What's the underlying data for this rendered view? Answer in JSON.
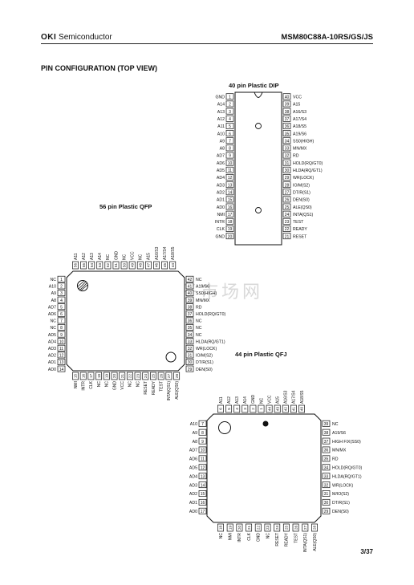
{
  "header": {
    "brand_bold": "OKI",
    "brand_rest": " Semiconductor",
    "part_number": "MSM80C88A-10RS/GS/JS"
  },
  "section_title": "PIN  CONFIGURATION (TOP VIEW)",
  "watermark": "维库电子市场网",
  "page_number": "3/37",
  "dip40": {
    "title": "40 pin Plastic DIP",
    "left_pins": [
      {
        "n": "1",
        "label": "GND"
      },
      {
        "n": "2",
        "label": "A14"
      },
      {
        "n": "3",
        "label": "A13"
      },
      {
        "n": "4",
        "label": "A12"
      },
      {
        "n": "5",
        "label": "A11"
      },
      {
        "n": "6",
        "label": "A10"
      },
      {
        "n": "7",
        "label": "A9"
      },
      {
        "n": "8",
        "label": "A8"
      },
      {
        "n": "9",
        "label": "AD7"
      },
      {
        "n": "10",
        "label": "AD6"
      },
      {
        "n": "11",
        "label": "AD5"
      },
      {
        "n": "12",
        "label": "AD4"
      },
      {
        "n": "13",
        "label": "AD3"
      },
      {
        "n": "14",
        "label": "AD2"
      },
      {
        "n": "15",
        "label": "AD1"
      },
      {
        "n": "16",
        "label": "AD0"
      },
      {
        "n": "17",
        "label": "NMI"
      },
      {
        "n": "18",
        "label": "INTR"
      },
      {
        "n": "19",
        "label": "CLK"
      },
      {
        "n": "20",
        "label": "GND"
      }
    ],
    "right_pins": [
      {
        "n": "40",
        "label": "VCC"
      },
      {
        "n": "39",
        "label": "A15"
      },
      {
        "n": "38",
        "label": "A16/S3"
      },
      {
        "n": "37",
        "label": "A17/S4"
      },
      {
        "n": "36",
        "label": "A18/S5"
      },
      {
        "n": "35",
        "label": "A19/S6"
      },
      {
        "n": "34",
        "label": "SS0(HIGH)"
      },
      {
        "n": "33",
        "label": "MN/MX"
      },
      {
        "n": "32",
        "label": "RD"
      },
      {
        "n": "31",
        "label": "HOLD(RQ/GT0)"
      },
      {
        "n": "30",
        "label": "HLDA(RQ/GT1)"
      },
      {
        "n": "29",
        "label": "WR(LOCK)"
      },
      {
        "n": "28",
        "label": "IO/M(S2)"
      },
      {
        "n": "27",
        "label": "DT/R(S1)"
      },
      {
        "n": "26",
        "label": "DEN(S0)"
      },
      {
        "n": "25",
        "label": "ALE(QS0)"
      },
      {
        "n": "24",
        "label": "INTA(QS1)"
      },
      {
        "n": "23",
        "label": "TEST"
      },
      {
        "n": "22",
        "label": "READY"
      },
      {
        "n": "21",
        "label": "RESET"
      }
    ]
  },
  "qfp56": {
    "title": "56 pin Plastic QFP",
    "top_pins": [
      {
        "n": "56",
        "label": "A11"
      },
      {
        "n": "55",
        "label": "A12"
      },
      {
        "n": "54",
        "label": "A13"
      },
      {
        "n": "53",
        "label": "A14"
      },
      {
        "n": "52",
        "label": "NC"
      },
      {
        "n": "51",
        "label": "GND"
      },
      {
        "n": "50",
        "label": "NC"
      },
      {
        "n": "49",
        "label": "VCC"
      },
      {
        "n": "48",
        "label": "NC"
      },
      {
        "n": "47",
        "label": "A15"
      },
      {
        "n": "46",
        "label": "A16/S3"
      },
      {
        "n": "45",
        "label": "A17/S4"
      },
      {
        "n": "44",
        "label": "A18/S5"
      }
    ],
    "left_pins": [
      {
        "n": "1",
        "label": "NC"
      },
      {
        "n": "2",
        "label": "A10"
      },
      {
        "n": "3",
        "label": "A9"
      },
      {
        "n": "4",
        "label": "A8"
      },
      {
        "n": "5",
        "label": "AD7"
      },
      {
        "n": "6",
        "label": "AD6"
      },
      {
        "n": "7",
        "label": "NC"
      },
      {
        "n": "8",
        "label": "NC"
      },
      {
        "n": "9",
        "label": "AD5"
      },
      {
        "n": "10",
        "label": "AD4"
      },
      {
        "n": "11",
        "label": "AD3"
      },
      {
        "n": "12",
        "label": "AD2"
      },
      {
        "n": "13",
        "label": "AD1"
      },
      {
        "n": "14",
        "label": "AD0"
      }
    ],
    "right_pins": [
      {
        "n": "42",
        "label": "NC"
      },
      {
        "n": "41",
        "label": "A19/S6"
      },
      {
        "n": "40",
        "label": "SS0(HIGH)"
      },
      {
        "n": "39",
        "label": "MN/MX"
      },
      {
        "n": "38",
        "label": "RD"
      },
      {
        "n": "37",
        "label": "HOLD(RQ/GT0)"
      },
      {
        "n": "36",
        "label": "NC"
      },
      {
        "n": "35",
        "label": "NC"
      },
      {
        "n": "34",
        "label": "NC"
      },
      {
        "n": "33",
        "label": "HLDA(RQ/GT1)"
      },
      {
        "n": "32",
        "label": "WR(LOCK)"
      },
      {
        "n": "31",
        "label": "IO/M(S2)"
      },
      {
        "n": "30",
        "label": "DT/R(S1)"
      },
      {
        "n": "29",
        "label": "DEN(S0)"
      }
    ],
    "bottom_pins": [
      {
        "n": "15",
        "label": "NMI"
      },
      {
        "n": "16",
        "label": "INTR"
      },
      {
        "n": "17",
        "label": "CLK"
      },
      {
        "n": "18",
        "label": "NC"
      },
      {
        "n": "19",
        "label": "NC"
      },
      {
        "n": "20",
        "label": "GND"
      },
      {
        "n": "21",
        "label": "VCC"
      },
      {
        "n": "22",
        "label": "NC"
      },
      {
        "n": "23",
        "label": "NC"
      },
      {
        "n": "24",
        "label": "RESET"
      },
      {
        "n": "25",
        "label": "READY"
      },
      {
        "n": "26",
        "label": "TEST"
      },
      {
        "n": "27",
        "label": "INTA(QS1)"
      },
      {
        "n": "28",
        "label": "ALE(QS0)"
      }
    ]
  },
  "qfj44": {
    "title": "44 pin Plastic QFJ",
    "top_pins": [
      {
        "n": "6",
        "label": "A11"
      },
      {
        "n": "5",
        "label": "A12"
      },
      {
        "n": "4",
        "label": "A13"
      },
      {
        "n": "3",
        "label": "A14"
      },
      {
        "n": "2",
        "label": "GND"
      },
      {
        "n": "1",
        "label": "NC"
      },
      {
        "n": "44",
        "label": "VCC"
      },
      {
        "n": "43",
        "label": "A15"
      },
      {
        "n": "42",
        "label": "A16/S3"
      },
      {
        "n": "41",
        "label": "A17/S4"
      },
      {
        "n": "40",
        "label": "A18/S5"
      }
    ],
    "left_pins": [
      {
        "n": "7",
        "label": "A10"
      },
      {
        "n": "8",
        "label": "A9"
      },
      {
        "n": "9",
        "label": "A8"
      },
      {
        "n": "10",
        "label": "AD7"
      },
      {
        "n": "11",
        "label": "AD6"
      },
      {
        "n": "12",
        "label": "AD5"
      },
      {
        "n": "13",
        "label": "AD4"
      },
      {
        "n": "14",
        "label": "AD3"
      },
      {
        "n": "15",
        "label": "AD2"
      },
      {
        "n": "16",
        "label": "AD1"
      },
      {
        "n": "17",
        "label": "AD0"
      }
    ],
    "right_pins": [
      {
        "n": "39",
        "label": "NC"
      },
      {
        "n": "38",
        "label": "A19/S6"
      },
      {
        "n": "37",
        "label": "HIGH FIX(SS0)"
      },
      {
        "n": "36",
        "label": "MN/MX"
      },
      {
        "n": "35",
        "label": "RD"
      },
      {
        "n": "34",
        "label": "HOLD(RQ/GT0)"
      },
      {
        "n": "33",
        "label": "HLDA(RQ/GT1)"
      },
      {
        "n": "32",
        "label": "WR(LOCK)"
      },
      {
        "n": "31",
        "label": "M/IO(S2)"
      },
      {
        "n": "30",
        "label": "DT/R(S1)"
      },
      {
        "n": "29",
        "label": "DEN(S0)"
      }
    ],
    "bottom_pins": [
      {
        "n": "18",
        "label": "NC"
      },
      {
        "n": "19",
        "label": "NMI"
      },
      {
        "n": "20",
        "label": "INTR"
      },
      {
        "n": "21",
        "label": "CLK"
      },
      {
        "n": "22",
        "label": "GND"
      },
      {
        "n": "23",
        "label": "NC"
      },
      {
        "n": "24",
        "label": "RESET"
      },
      {
        "n": "25",
        "label": "READY"
      },
      {
        "n": "26",
        "label": "TEST"
      },
      {
        "n": "27",
        "label": "INTA(QS1)"
      },
      {
        "n": "28",
        "label": "ALE(QS0)"
      }
    ]
  }
}
